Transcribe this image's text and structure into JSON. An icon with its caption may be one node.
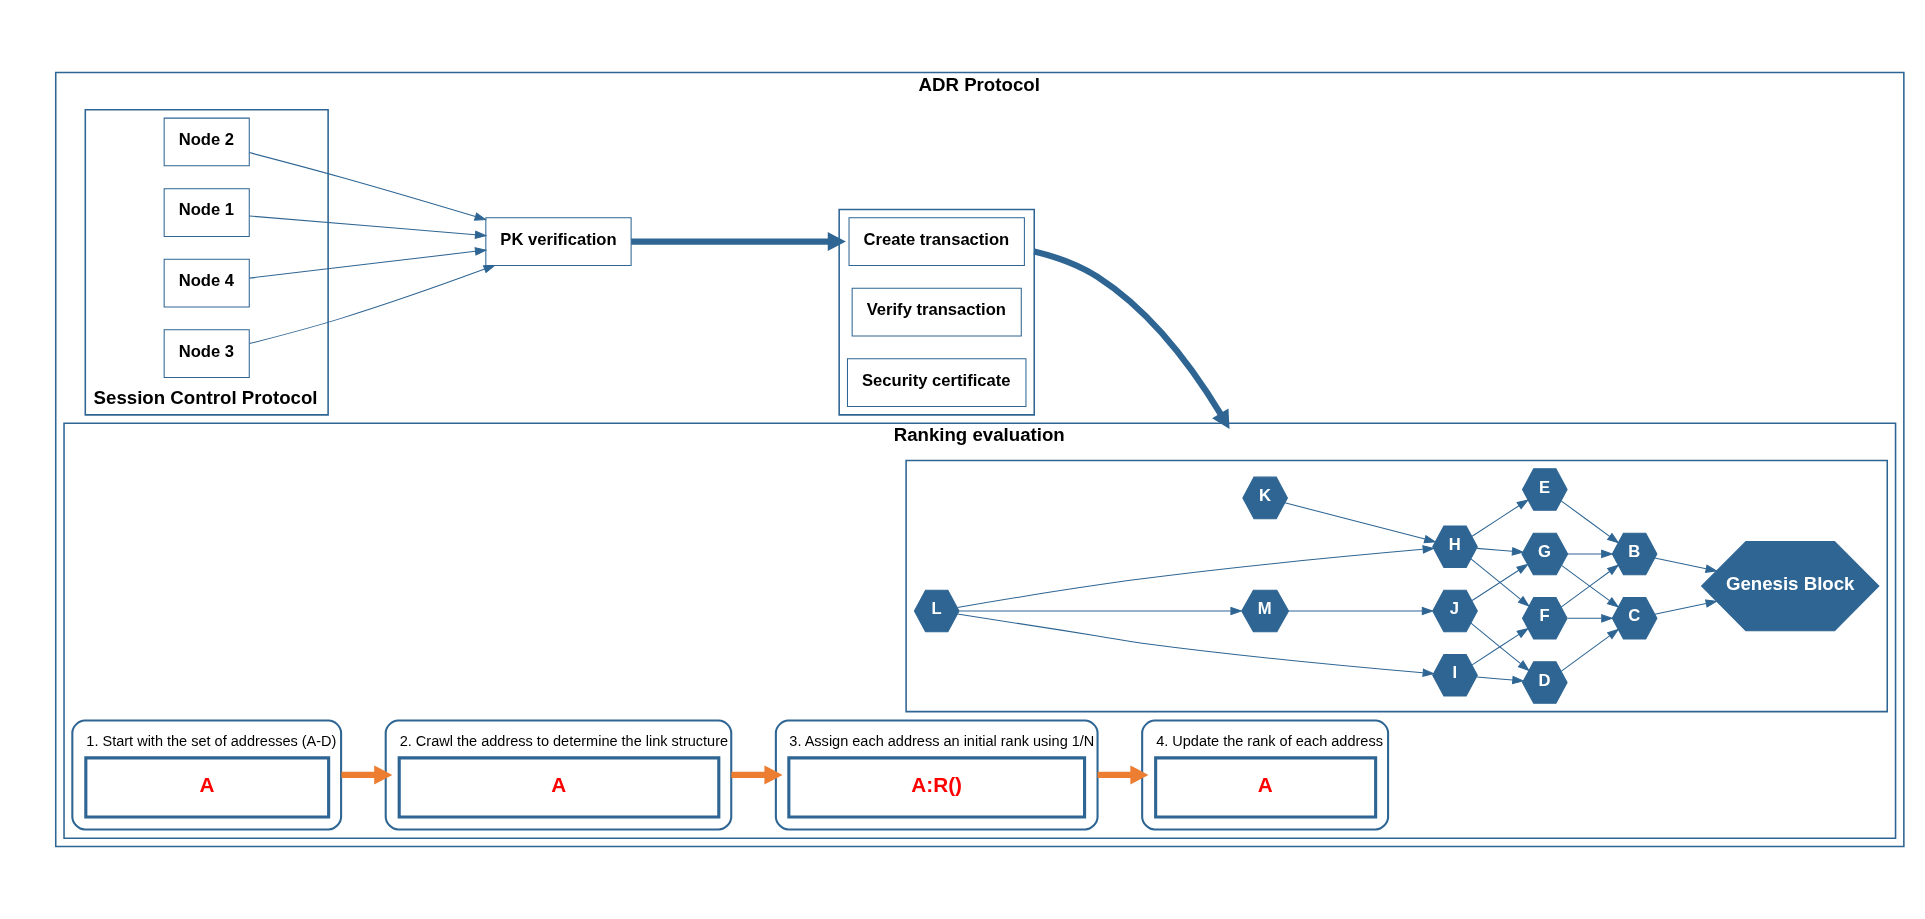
{
  "diagram": {
    "nodes": [
      {
        "text": [
          "ADR Protocol"
        ]
      },
      {
        "text": [
          "Session Control Protocol"
        ],
        "in": 0
      },
      {
        "text": [
          "Node 1"
        ],
        "in": 1
      },
      {
        "text": [
          "Node 2"
        ],
        "in": 1
      },
      {
        "text": [
          "Node 3"
        ],
        "in": 1
      },
      {
        "text": [
          "Node 4"
        ],
        "in": 1
      },
      {
        "text": [
          "PK verification"
        ],
        "in": 0
      },
      {
        "text": [],
        "shape": "box",
        "in": 0
      },
      {
        "text": [
          "Create transaction"
        ],
        "in": 7
      },
      {
        "text": [
          "Verify transaction"
        ],
        "in": 7
      },
      {
        "text": [
          "Security certificate"
        ],
        "in": 7
      },
      {
        "text": [
          "Ranking evaluation"
        ],
        "in": 0
      },
      {
        "text": [],
        "shape": "box",
        "in": 11
      },
      {
        "text": [
          "Genesis Block"
        ],
        "in": 12
      },
      {
        "text": [
          "E"
        ],
        "in": 12
      },
      {
        "text": [
          "K"
        ],
        "in": 12
      },
      {
        "text": [
          "B"
        ],
        "in": 12
      },
      {
        "text": [
          "H"
        ],
        "in": 12
      },
      {
        "text": [
          "F"
        ],
        "in": 12
      },
      {
        "text": [
          "L"
        ],
        "in": 12
      },
      {
        "text": [
          "G"
        ],
        "in": 12
      },
      {
        "text": [
          "I"
        ],
        "in": 12
      },
      {
        "text": [
          "C"
        ],
        "in": 12
      },
      {
        "text": [
          "D"
        ],
        "in": 12
      },
      {
        "text": [
          "J"
        ],
        "in": 12
      },
      {
        "text": [
          "M"
        ],
        "in": 12
      },
      {
        "text": [
          "1. Start with the set of addresses (A-D)",
          "A"
        ],
        "in": 11
      },
      {
        "text": [
          "2. Crawl the address to determine the link structure",
          "A"
        ],
        "in": 11
      },
      {
        "text": [
          "3. Assign each address an initial rank using 1/N",
          "A:R()"
        ],
        "in": 11
      },
      {
        "text": [
          "4. Update the rank of each address",
          "A"
        ],
        "in": 11
      }
    ],
    "edges": [
      {
        "from": 2,
        "to": 6,
        "arrow": "to"
      },
      {
        "from": 3,
        "to": 6,
        "arrow": "to"
      },
      {
        "from": 4,
        "to": 6,
        "arrow": "to"
      },
      {
        "from": 5,
        "to": 6,
        "arrow": "to"
      },
      {
        "from": 6,
        "to": 7,
        "arrow": "to",
        "style": "thick"
      },
      {
        "from": 7,
        "to": 11,
        "arrow": "to",
        "style": "thick"
      },
      {
        "from": 17,
        "to": 14,
        "arrow": "to"
      },
      {
        "from": 15,
        "to": 17,
        "arrow": "to"
      },
      {
        "from": 14,
        "to": 16,
        "arrow": "to"
      },
      {
        "from": 16,
        "to": 13,
        "arrow": "to"
      },
      {
        "from": 17,
        "to": 18,
        "arrow": "to"
      },
      {
        "from": 18,
        "to": 16,
        "arrow": "to"
      },
      {
        "from": 17,
        "to": 20,
        "arrow": "to"
      },
      {
        "from": 18,
        "to": 22,
        "arrow": "to"
      },
      {
        "from": 20,
        "to": 16,
        "arrow": "to"
      },
      {
        "from": 19,
        "to": 17,
        "arrow": "to"
      },
      {
        "from": 21,
        "to": 18,
        "arrow": "to"
      },
      {
        "from": 19,
        "to": 21,
        "arrow": "to"
      },
      {
        "from": 21,
        "to": 23,
        "arrow": "to"
      },
      {
        "from": 20,
        "to": 22,
        "arrow": "to"
      },
      {
        "from": 22,
        "to": 13,
        "arrow": "to"
      },
      {
        "from": 23,
        "to": 22,
        "arrow": "to"
      },
      {
        "from": 24,
        "to": 20,
        "arrow": "to"
      },
      {
        "from": 24,
        "to": 23,
        "arrow": "to"
      },
      {
        "from": 25,
        "to": 24,
        "arrow": "to"
      },
      {
        "from": 19,
        "to": 25,
        "arrow": "to"
      },
      {
        "from": 26,
        "to": 27,
        "arrow": "to",
        "style": "thick",
        "color": "#ed7d31"
      },
      {
        "from": 27,
        "to": 28,
        "arrow": "to",
        "style": "thick",
        "color": "#ed7d31"
      },
      {
        "from": 28,
        "to": 29,
        "arrow": "to",
        "style": "thick",
        "color": "#ed7d31"
      }
    ]
  }
}
